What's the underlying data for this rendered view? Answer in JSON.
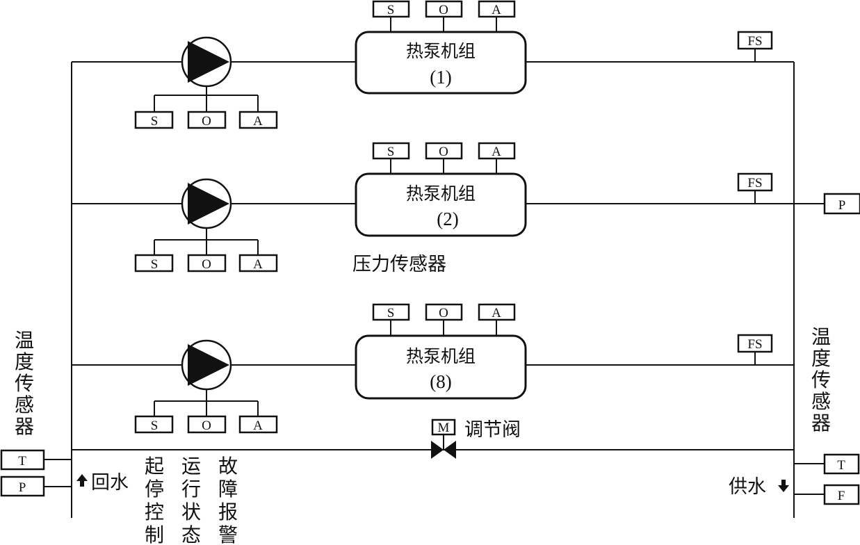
{
  "units": [
    {
      "name": "热泵机组",
      "number": "(1)"
    },
    {
      "name": "热泵机组",
      "number": "(2)"
    },
    {
      "name": "热泵机组",
      "number": "(8)"
    }
  ],
  "io_labels": {
    "start_stop": "S",
    "status": "O",
    "alarm": "A"
  },
  "flow_switch": "FS",
  "pressure_box": "P",
  "temperature_box": "T",
  "flow_box": "F",
  "valve_motor": "M",
  "labels": {
    "pressure_sensor": "压力传感器",
    "regulating_valve": "调节阀",
    "return_water": "回水",
    "supply_water": "供水",
    "temp_sensor_left": "温度传感器",
    "temp_sensor_right": "温度传感器",
    "start_stop_control": "起停控制",
    "running_status": "运行状态",
    "fault_alarm": "故障报警"
  }
}
